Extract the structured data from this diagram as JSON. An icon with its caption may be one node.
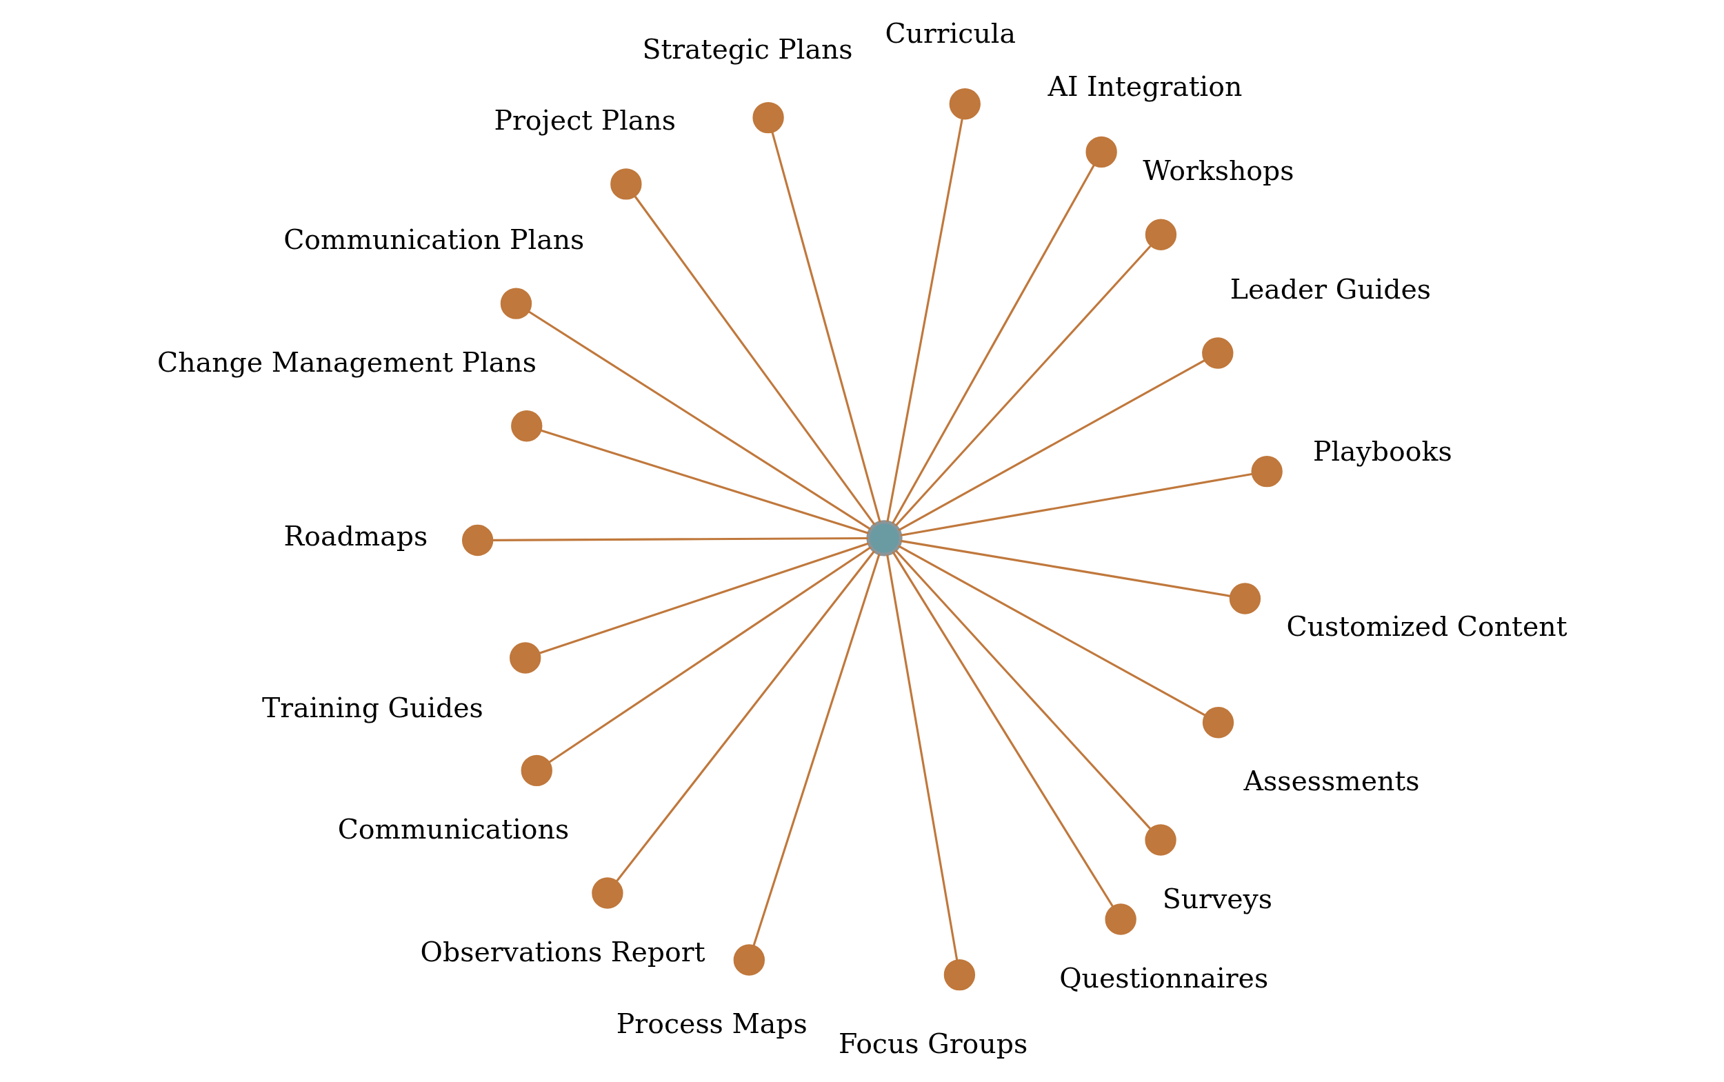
{
  "diagram": {
    "nodes": [
      {
        "text": [],
        "shape": "circle"
      },
      {
        "text": [],
        "shape": "circle",
        "beside": [
          "Playbooks"
        ]
      },
      {
        "text": [],
        "shape": "circle",
        "beside": [
          "Leader Guides"
        ]
      },
      {
        "text": [],
        "shape": "circle",
        "beside": [
          "Workshops"
        ]
      },
      {
        "text": [],
        "shape": "circle",
        "beside": [
          "AI Integration"
        ]
      },
      {
        "text": [],
        "shape": "circle",
        "beside": [
          "Curricula"
        ]
      },
      {
        "text": [],
        "shape": "circle",
        "beside": [
          "Strategic Plans"
        ]
      },
      {
        "text": [],
        "shape": "circle",
        "beside": [
          "Project Plans"
        ]
      },
      {
        "text": [],
        "shape": "circle",
        "beside": [
          "Communication Plans"
        ]
      },
      {
        "text": [],
        "shape": "circle",
        "beside": [
          "Change Management Plans"
        ]
      },
      {
        "text": [],
        "shape": "circle",
        "beside": [
          "Roadmaps"
        ]
      },
      {
        "text": [],
        "shape": "circle",
        "beside": [
          "Training Guides"
        ]
      },
      {
        "text": [],
        "shape": "circle",
        "beside": [
          "Communications"
        ]
      },
      {
        "text": [],
        "shape": "circle",
        "beside": [
          "Observations Report"
        ]
      },
      {
        "text": [],
        "shape": "circle",
        "beside": [
          "Process Maps"
        ]
      },
      {
        "text": [],
        "shape": "circle",
        "beside": [
          "Focus Groups"
        ]
      },
      {
        "text": [],
        "shape": "circle",
        "beside": [
          "Questionnaires"
        ]
      },
      {
        "text": [],
        "shape": "circle",
        "beside": [
          "Surveys"
        ]
      },
      {
        "text": [],
        "shape": "circle",
        "beside": [
          "Assessments"
        ]
      },
      {
        "text": [],
        "shape": "circle",
        "beside": [
          "Customized Content"
        ]
      }
    ],
    "edges": [
      {
        "from": 0,
        "to": 1,
        "arrow": "none"
      },
      {
        "from": 0,
        "to": 2,
        "arrow": "none"
      },
      {
        "from": 0,
        "to": 3,
        "arrow": "none"
      },
      {
        "from": 0,
        "to": 4,
        "arrow": "none"
      },
      {
        "from": 0,
        "to": 5,
        "arrow": "none"
      },
      {
        "from": 0,
        "to": 6,
        "arrow": "none"
      },
      {
        "from": 0,
        "to": 7,
        "arrow": "none"
      },
      {
        "from": 0,
        "to": 8,
        "arrow": "none"
      },
      {
        "from": 0,
        "to": 9,
        "arrow": "none"
      },
      {
        "from": 0,
        "to": 10,
        "arrow": "none"
      },
      {
        "from": 0,
        "to": 11,
        "arrow": "none"
      },
      {
        "from": 0,
        "to": 12,
        "arrow": "none"
      },
      {
        "from": 0,
        "to": 13,
        "arrow": "none"
      },
      {
        "from": 0,
        "to": 14,
        "arrow": "none"
      },
      {
        "from": 0,
        "to": 15,
        "arrow": "none"
      },
      {
        "from": 0,
        "to": 16,
        "arrow": "none"
      },
      {
        "from": 0,
        "to": 17,
        "arrow": "none"
      },
      {
        "from": 0,
        "to": 18,
        "arrow": "none"
      },
      {
        "from": 0,
        "to": 19,
        "arrow": "none"
      }
    ]
  }
}
